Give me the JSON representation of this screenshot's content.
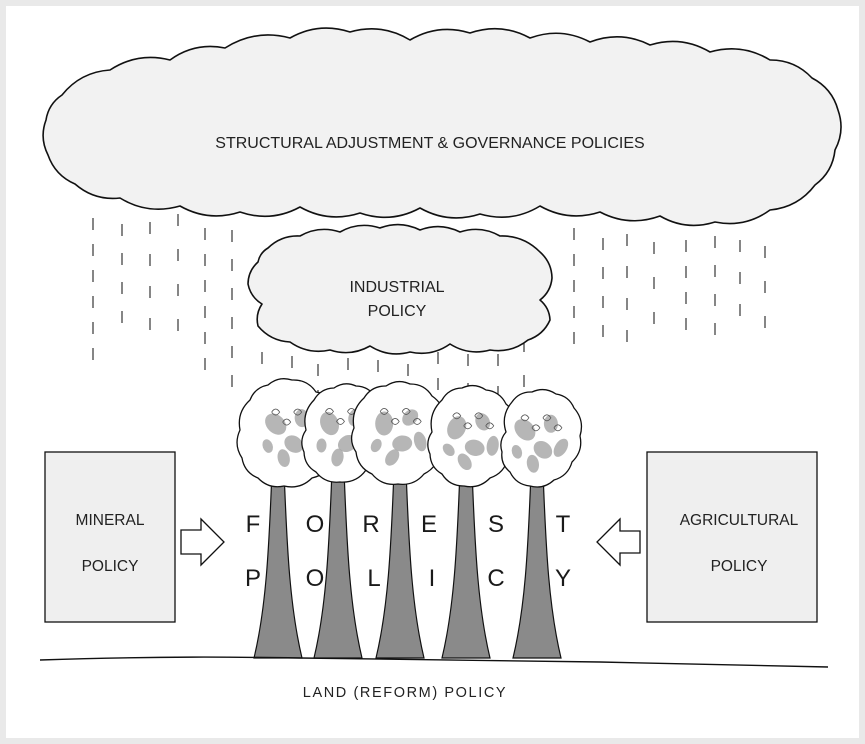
{
  "colors": {
    "background": "#e9e9e9",
    "canvas": "#ffffff",
    "cloud_fill": "#f2f2f2",
    "box_fill": "#efefef",
    "trunk_fill": "#8a8a8a",
    "foliage_fill": "#ffffff",
    "foliage_shade": "#a9a9a9",
    "outline": "#111111"
  },
  "diagram": {
    "big_cloud": {
      "label": "STRUCTURAL ADJUSTMENT & GOVERNANCE POLICIES"
    },
    "small_cloud": {
      "label_lines": [
        "INDUSTRIAL",
        "POLICY"
      ]
    },
    "left_box": {
      "label_lines": [
        "MINERAL",
        "POLICY"
      ]
    },
    "right_box": {
      "label_lines": [
        "AGRICULTURAL",
        "POLICY"
      ]
    },
    "forest": {
      "top_letters": [
        "F",
        "O",
        "R",
        "E",
        "S",
        "T"
      ],
      "bottom_letters": [
        "P",
        "O",
        "L",
        "I",
        "C",
        "Y"
      ]
    },
    "ground": {
      "label": "LAND (REFORM) POLICY"
    }
  }
}
